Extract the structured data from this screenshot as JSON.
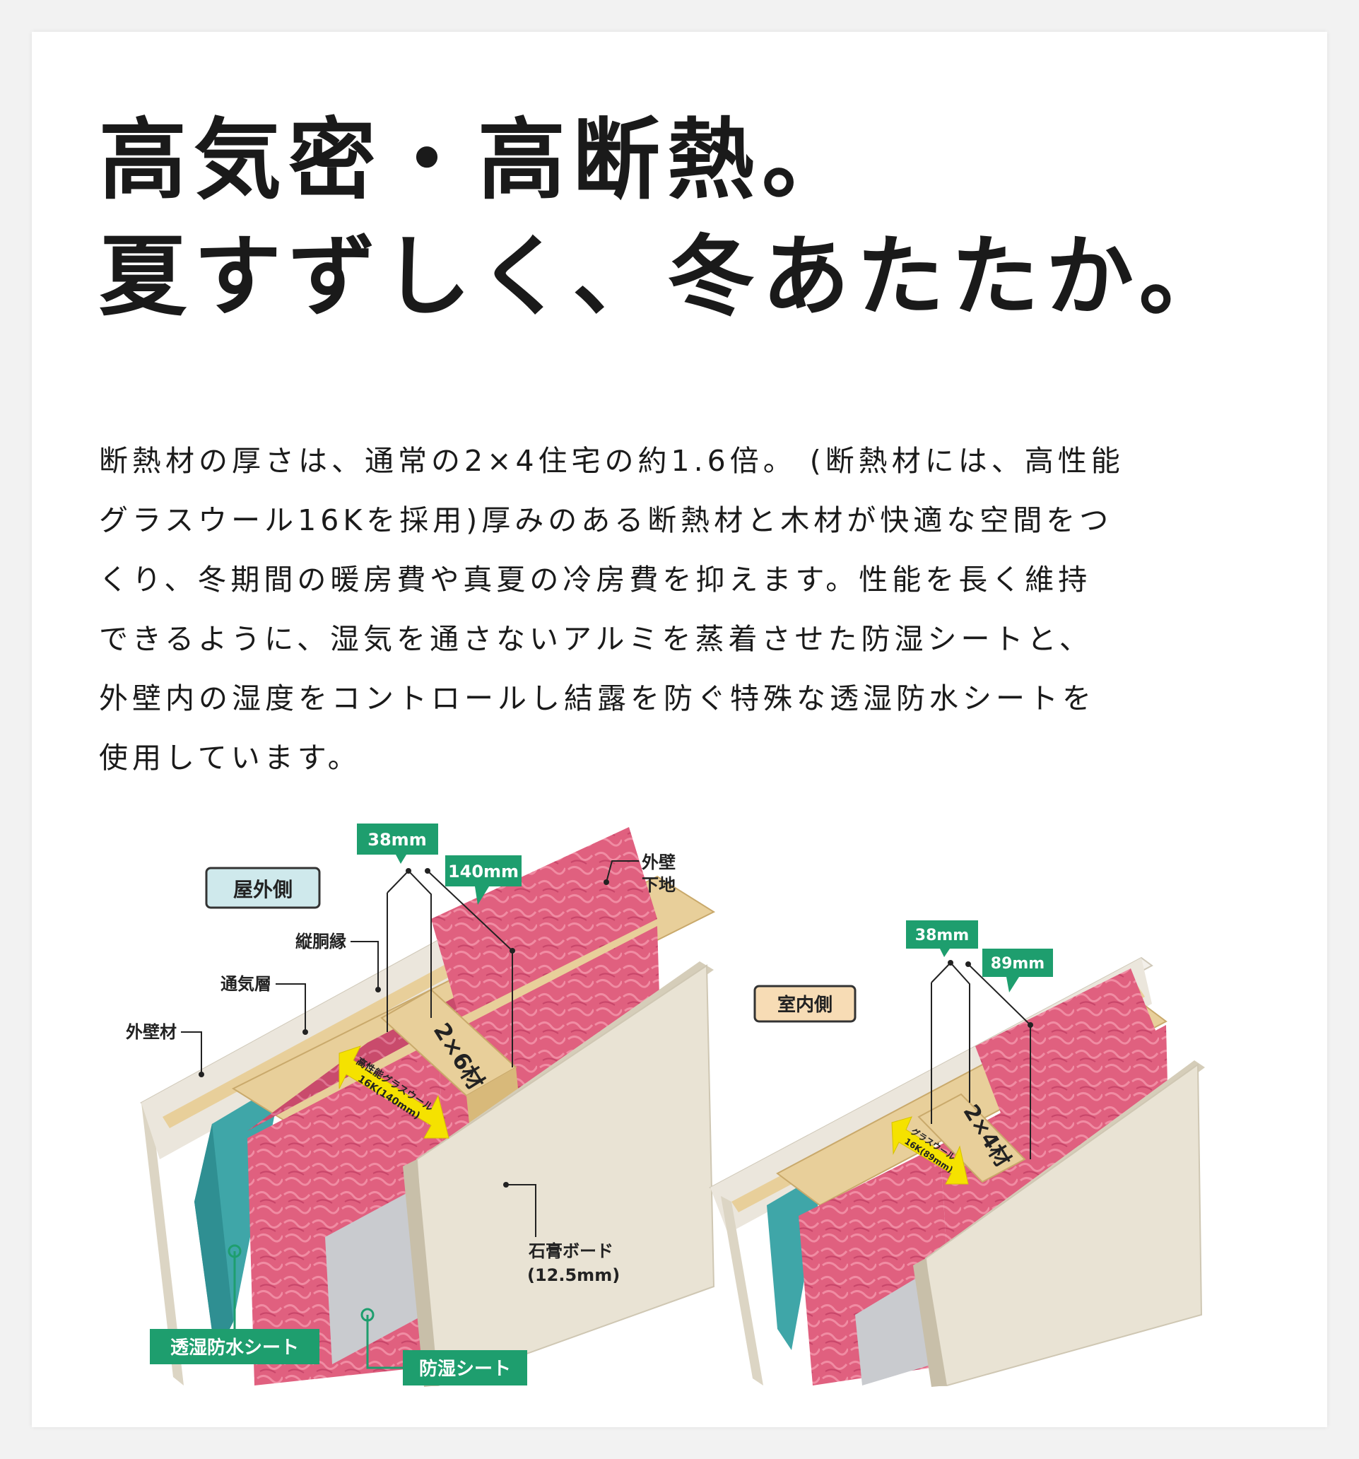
{
  "headline": {
    "line1": "高気密・高断熱。",
    "line2": "夏すずしく、冬あたたか。"
  },
  "description": {
    "lines": [
      "断熱材の厚さは、通常の2×4住宅の約1.6倍。 (断熱材には、高性能",
      "グラスウール16Kを採用)厚みのある断熱材と木材が快適な空間をつ",
      "くり、冬期間の暖房費や真夏の冷房費を抑えます。性能を長く維持",
      "できるように、湿気を通さないアルミを蒸着させた防湿シートと、",
      "外壁内の湿度をコントロールし結露を防ぐ特殊な透湿防水シートを",
      "使用しています。"
    ]
  },
  "diagram_left": {
    "side_label": "屋外側",
    "dim1": "38mm",
    "dim2": "140mm",
    "stud_label": "2×6材",
    "insulation_label_1": "高性能グラスウール",
    "insulation_label_2": "16K(140mm)",
    "label_outer_base_1": "外壁",
    "label_outer_base_2": "下地",
    "label_furring": "縦胴縁",
    "label_air_layer": "通気層",
    "label_siding": "外壁材",
    "label_gypsum_1": "石膏ボード",
    "label_gypsum_2": "(12.5mm)",
    "tag_breathable": "透湿防水シート",
    "tag_vapor": "防湿シート"
  },
  "diagram_right": {
    "side_label": "室内側",
    "dim1": "38mm",
    "dim2": "89mm",
    "stud_label": "2×4材",
    "insulation_label_1": "グラスウール",
    "insulation_label_2": "16K(89mm)"
  },
  "colors": {
    "green_tag": "#1e9e6e",
    "insulation_pink": "#e0607f",
    "teal_sheet": "#3fa6a8",
    "wood": "#e8cf9a",
    "board": "#e9e3d4",
    "blue_tag": "#cfe9ec",
    "orange_tag": "#f7dcb5",
    "arrow_yellow": "#f5e200"
  }
}
